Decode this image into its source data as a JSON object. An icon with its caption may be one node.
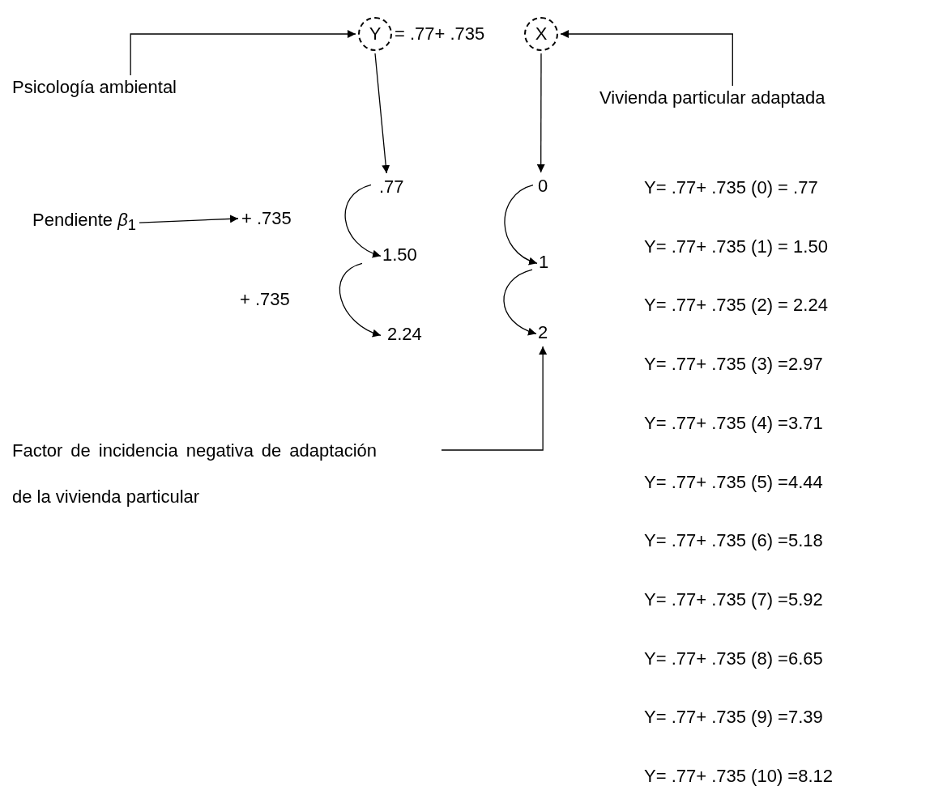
{
  "diagram": {
    "nodes": [
      {
        "text": [
          "Y"
        ]
      },
      {
        "text": [
          "X"
        ]
      },
      {
        "text": [
          "Psicología ambiental"
        ]
      },
      {
        "text": [
          "Vivienda particular adaptada"
        ]
      },
      {
        "text": [
          ".77"
        ]
      },
      {
        "text": [
          "1.50"
        ]
      },
      {
        "text": [
          "2.24"
        ]
      },
      {
        "text": [
          "0"
        ]
      },
      {
        "text": [
          "1"
        ]
      },
      {
        "text": [
          "2"
        ]
      },
      {
        "text": [
          "Pendiente *β*$_{1}$"
        ]
      },
      {
        "text": [
          "+ .735"
        ]
      },
      {
        "text": [
          "Factor de incidencia negativa de adaptación de la vivienda particular"
        ]
      }
    ],
    "edges": [
      {
        "from": 2,
        "to": 0,
        "arrow": "to"
      },
      {
        "from": 3,
        "to": 1,
        "arrow": "to"
      },
      {
        "from": 0,
        "to": 4,
        "arrow": "to"
      },
      {
        "from": 1,
        "to": 7,
        "arrow": "to"
      },
      {
        "from": 4,
        "to": 5,
        "arrow": "to"
      },
      {
        "from": 5,
        "to": 6,
        "arrow": "to"
      },
      {
        "from": 7,
        "to": 8,
        "arrow": "to"
      },
      {
        "from": 8,
        "to": 9,
        "arrow": "to"
      },
      {
        "from": 10,
        "to": 11,
        "arrow": "to"
      },
      {
        "from": 12,
        "to": 9,
        "arrow": "to"
      }
    ],
    "labels": [
      "= .77+ .735",
      "+ .735",
      "Y= .77+ .735 (0) = .77",
      "Y= .77+ .735 (1) = 1.50",
      "Y= .77+ .735 (2) = 2.24",
      "Y= .77+ .735 (3) =2.97",
      "Y= .77+ .735 (4) =3.71",
      "Y= .77+ .735 (5) =4.44",
      "Y= .77+ .735 (6) =5.18",
      "Y= .77+ .735 (7) =5.92",
      "Y= .77+ .735 (8) =6.65",
      "Y= .77+ .735 (9) =7.39",
      "Y= .77+ .735 (10) =8.12"
    ]
  }
}
